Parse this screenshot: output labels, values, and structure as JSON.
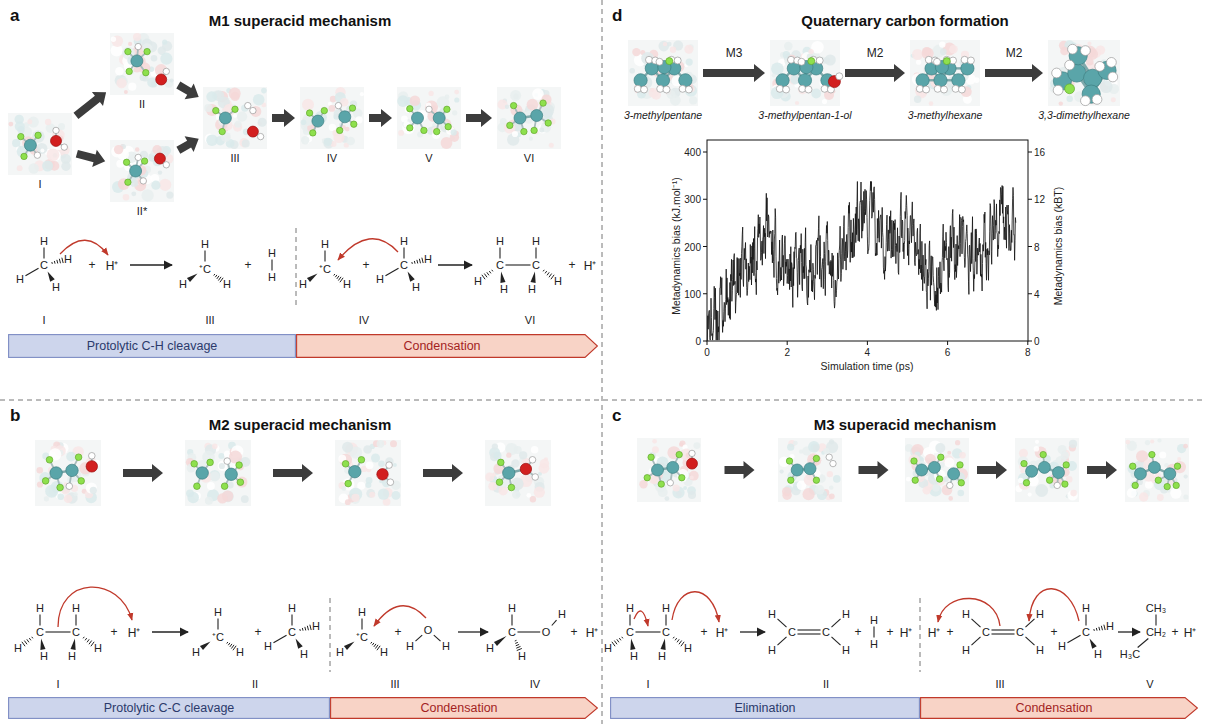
{
  "diagram": {
    "nodes": [
      {
        "text": [
          "I"
        ]
      },
      {
        "text": [
          "II"
        ]
      },
      {
        "text": [
          "II*"
        ]
      },
      {
        "text": [
          "III"
        ]
      },
      {
        "text": [
          "IV"
        ]
      },
      {
        "text": [
          "V"
        ]
      },
      {
        "text": [
          "VI"
        ]
      },
      {
        "text": [
          "Protolytic C-H cleavage"
        ]
      },
      {
        "text": [
          "Condensation"
        ]
      },
      {
        "text": [
          "3-methylpentane"
        ]
      },
      {
        "text": [
          "3-methylpentan-1-ol"
        ]
      },
      {
        "text": [
          "3-methylhexane"
        ]
      },
      {
        "text": [
          "3,3-dimethylhexane"
        ]
      },
      {
        "text": [
          "Protolytic C-C cleavage"
        ]
      },
      {
        "text": [
          "Condensation"
        ]
      },
      {
        "text": [
          "Elimination"
        ]
      },
      {
        "text": [
          "Condensation"
        ]
      }
    ],
    "edges": [
      {
        "from": 0,
        "to": 1,
        "arrow": "to"
      },
      {
        "from": 0,
        "to": 2,
        "arrow": "to"
      },
      {
        "from": 1,
        "to": 3,
        "arrow": "to"
      },
      {
        "from": 2,
        "to": 3,
        "arrow": "to"
      },
      {
        "from": 3,
        "to": 4,
        "arrow": "to"
      },
      {
        "from": 4,
        "to": 5,
        "arrow": "to"
      },
      {
        "from": 5,
        "to": 6,
        "arrow": "to"
      },
      {
        "from": 9,
        "to": 10,
        "label": "M3",
        "arrow": "to"
      },
      {
        "from": 10,
        "to": 11,
        "label": "M2",
        "arrow": "to"
      },
      {
        "from": 11,
        "to": 12,
        "label": "M2",
        "arrow": "to"
      }
    ],
    "labels": [
      "a",
      "M1 superacid mechanism",
      "d",
      "Quaternary carbon formation",
      "b",
      "M2 superacid mechanism",
      "c",
      "M3 superacid mechanism",
      "C",
      "H",
      "H",
      "H",
      "H",
      "+",
      "H⁺",
      "⁺C",
      "H",
      "H",
      "H",
      "+",
      "H",
      "H",
      "⁺C",
      "H",
      "H",
      "H",
      "+",
      "C",
      "H",
      "H",
      "H",
      "H",
      "C",
      "C",
      "H",
      "H",
      "H",
      "H",
      "H",
      "H",
      "+",
      "H⁺",
      "I",
      "III",
      "IV",
      "VI",
      "C",
      "C",
      "H",
      "H",
      "H",
      "H",
      "H",
      "H",
      "+",
      "H⁺",
      "⁺C",
      "H",
      "H",
      "H",
      "+",
      "C",
      "H",
      "H",
      "H",
      "H",
      "⁺C",
      "H",
      "H",
      "H",
      "+",
      "O",
      "H",
      "H",
      "C",
      "O",
      "H",
      "H",
      "H",
      "H",
      "+",
      "H⁺",
      "I",
      "II",
      "III",
      "IV",
      "C",
      "C",
      "H",
      "H",
      "H",
      "H",
      "H",
      "H",
      "+",
      "H⁺",
      "C",
      "C",
      "H",
      "H",
      "H",
      "H",
      "+",
      "H",
      "H",
      "+",
      "H⁺",
      "H⁺",
      "+",
      "C",
      "C",
      "H",
      "H",
      "H",
      "H",
      "+",
      "C",
      "H",
      "H",
      "H",
      "H",
      "CH₃",
      "CH₂",
      "H₃C",
      "+",
      "H⁺",
      "I",
      "II",
      "III",
      "V",
      "0",
      "100",
      "200",
      "300",
      "400",
      "0",
      "4",
      "8",
      "12",
      "16",
      "0",
      "2",
      "4",
      "6",
      "8",
      "Metadynamics bias (kJ.mol⁻¹)",
      "Metadynamics bias (kBT)",
      "Simulation time (ps)"
    ]
  }
}
